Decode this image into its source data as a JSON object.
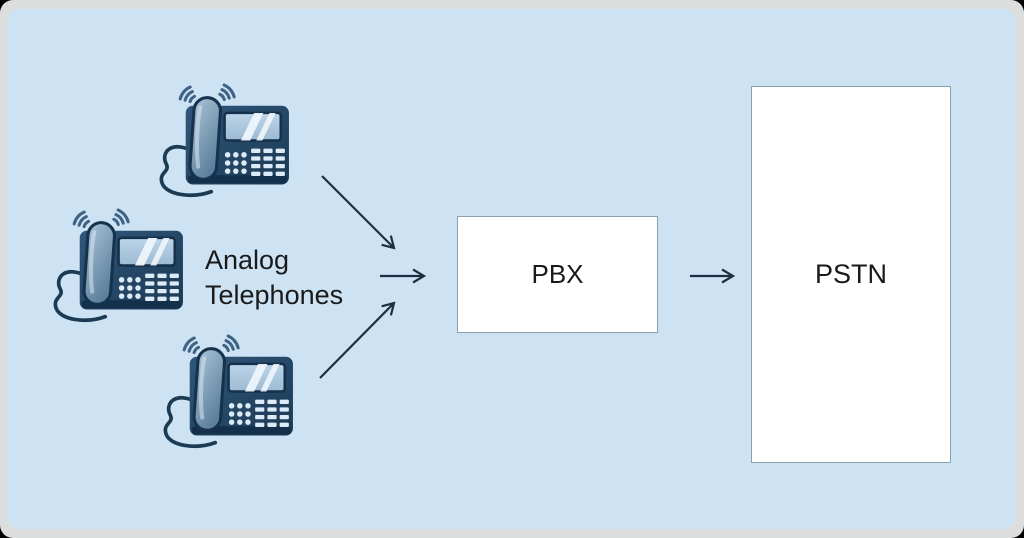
{
  "diagram": {
    "kind": "telephony-network-diagram",
    "label": {
      "analog_telephones": "Analog Telephones"
    },
    "nodes": {
      "pbx": {
        "label": "PBX"
      },
      "pstn": {
        "label": "PSTN"
      }
    },
    "phones": {
      "count": 3,
      "icon": "analog-telephone-icon"
    },
    "connections": [
      {
        "from": "analog-telephone-top",
        "to": "pbx"
      },
      {
        "from": "analog-telephone-middle",
        "to": "pbx"
      },
      {
        "from": "analog-telephone-bottom",
        "to": "pbx"
      },
      {
        "from": "pbx",
        "to": "pstn"
      }
    ]
  },
  "colors": {
    "canvas_bg": "#cde3f4",
    "frame_gray": "#dcdddd",
    "box_fill": "#ffffff",
    "box_border": "#8ba0ad",
    "arrow": "#1c2f40",
    "text": "#1a1a1a",
    "phone_body": "#1f4059",
    "phone_handset": "#8fadc4",
    "phone_screen": "#b4cfe4",
    "ring_waves": "#3e6384"
  }
}
